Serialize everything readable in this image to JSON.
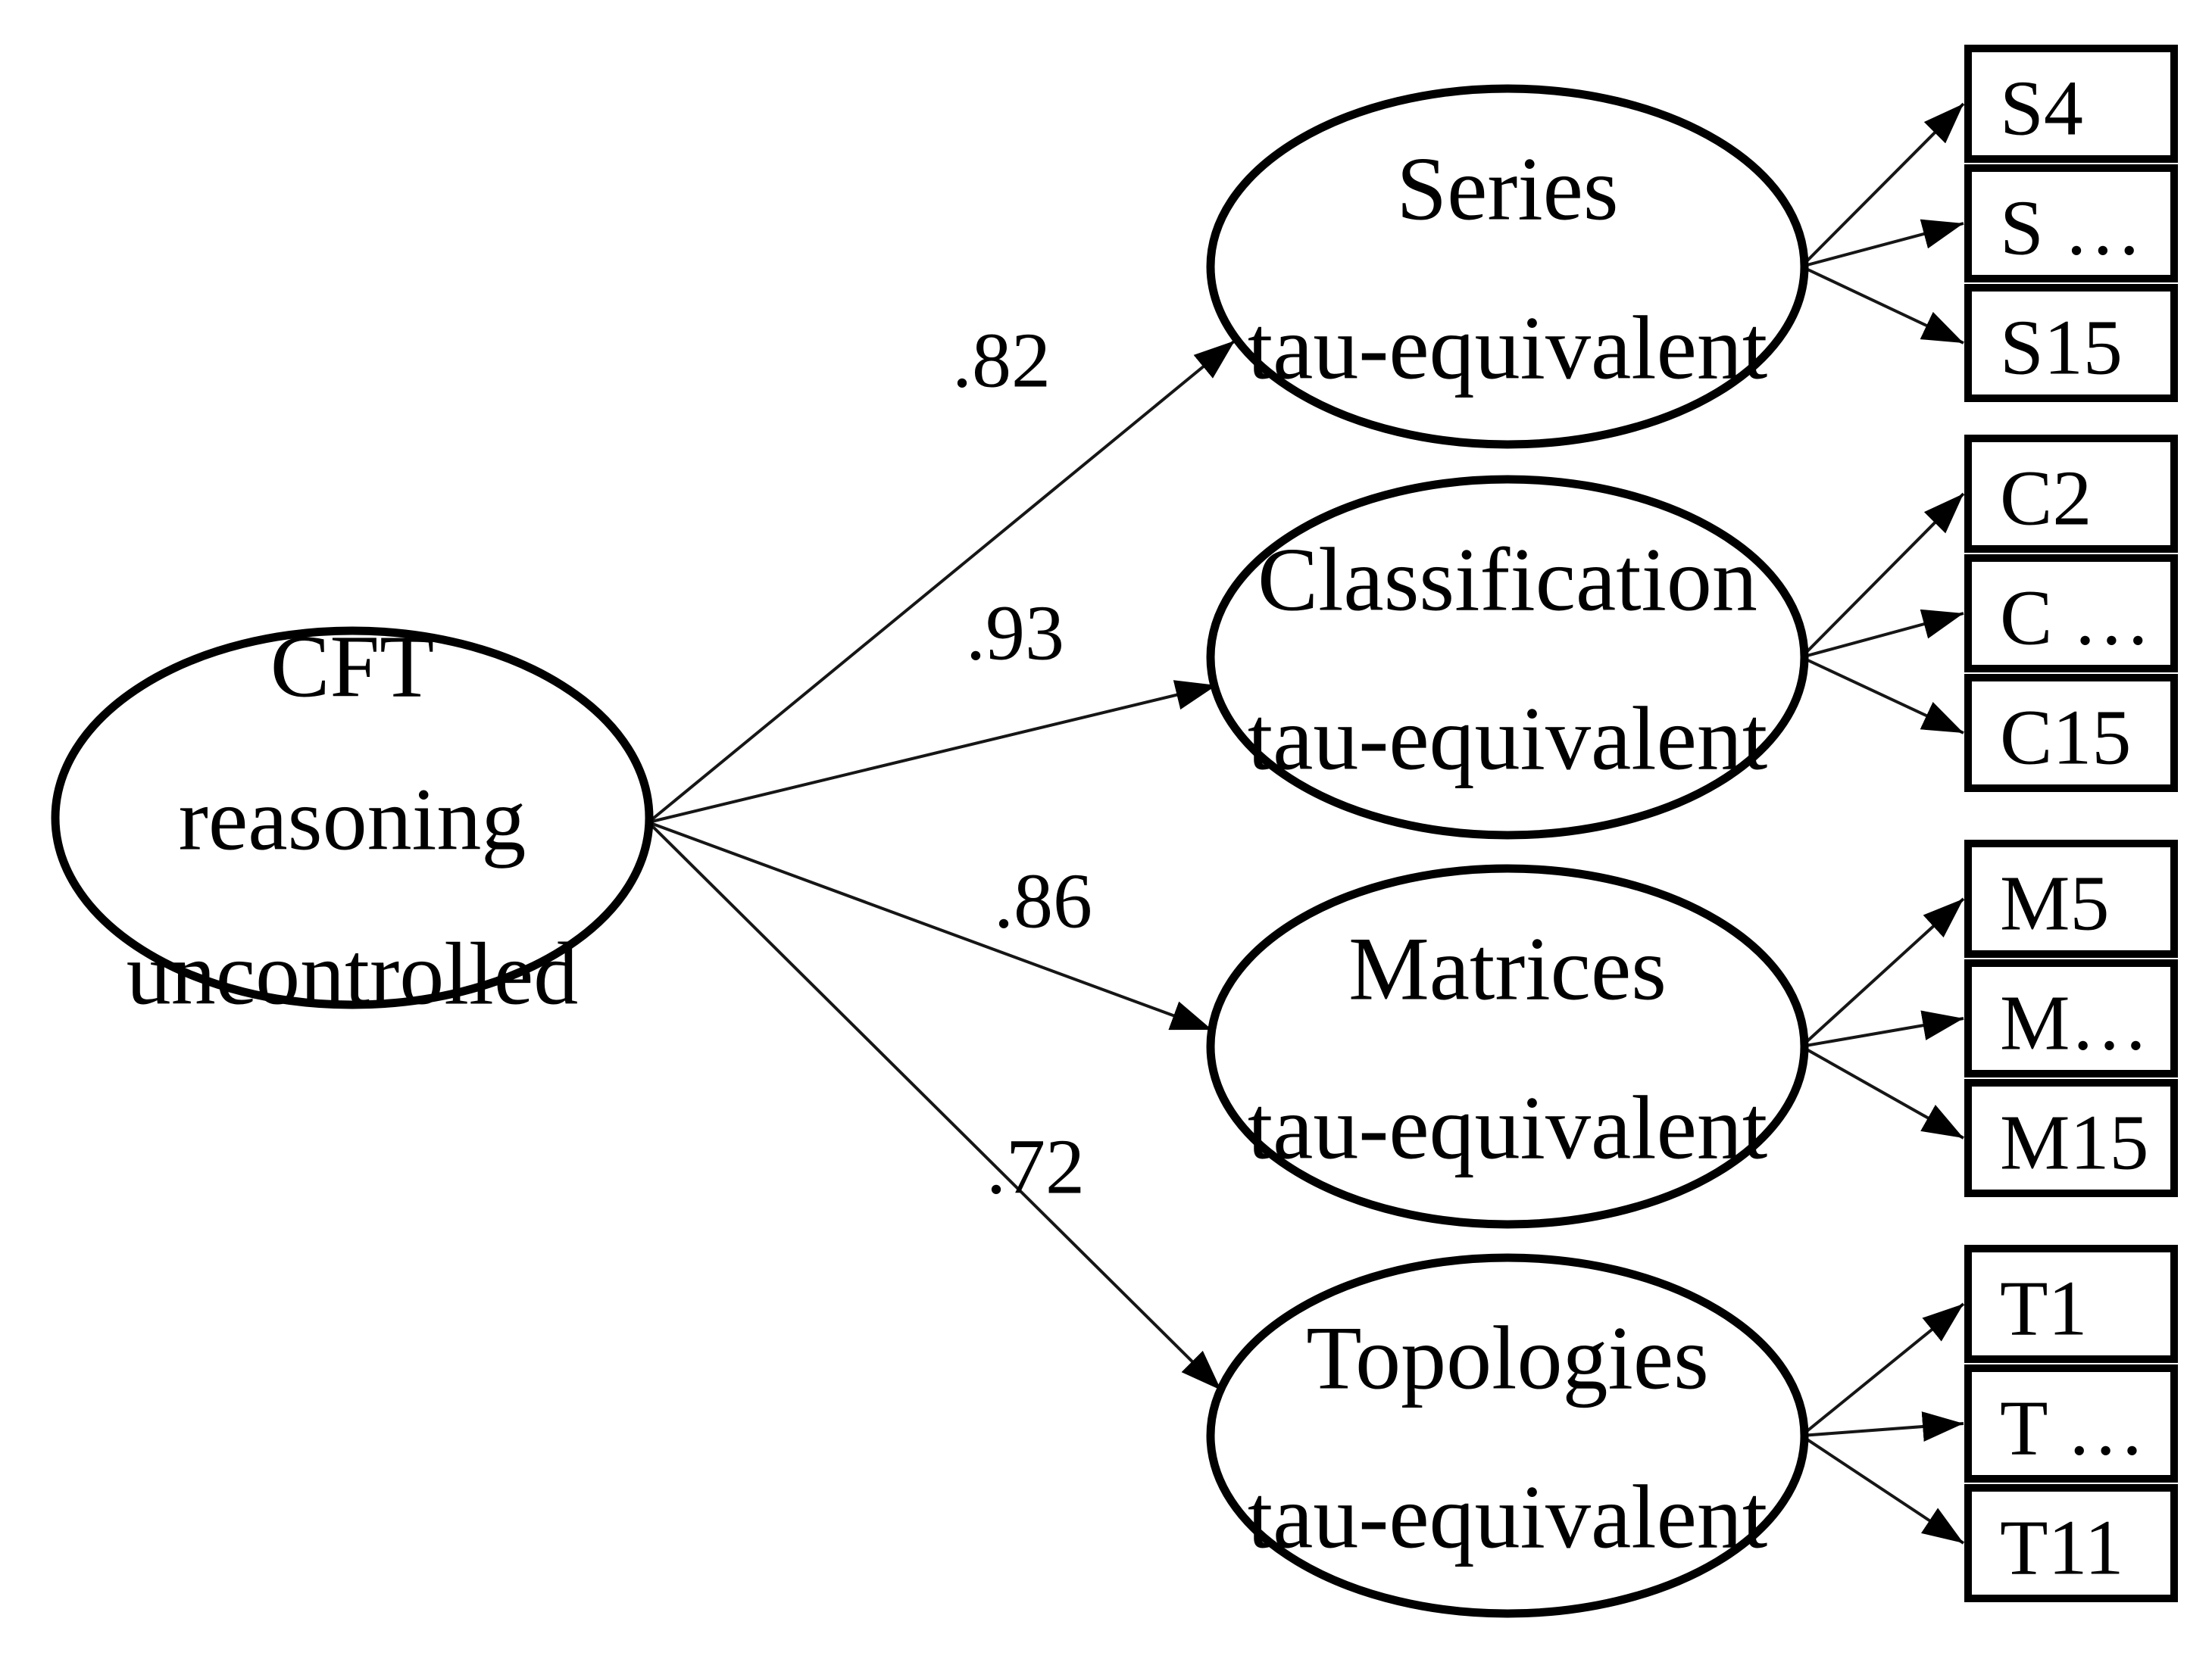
{
  "figure": {
    "type": "confirmatory-factor-analysis-path-diagram",
    "background_color": "#ffffff",
    "stroke_color": "#000000",
    "factor": {
      "lines": [
        "CFT",
        "reasoning",
        "uncontrolled"
      ]
    },
    "groups": [
      {
        "name": "Series",
        "label_lines": [
          "Series",
          "tau-equivalent"
        ],
        "loading": ".82",
        "indicators": [
          "S4",
          "S …",
          "S15"
        ]
      },
      {
        "name": "Classification",
        "label_lines": [
          "Classification",
          "tau-equivalent"
        ],
        "loading": ".93",
        "indicators": [
          "C2",
          "C …",
          "C15"
        ]
      },
      {
        "name": "Matrices",
        "label_lines": [
          "Matrices",
          "tau-equivalent"
        ],
        "loading": ".86",
        "indicators": [
          "M5",
          "M…",
          "M15"
        ]
      },
      {
        "name": "Topologies",
        "label_lines": [
          "Topologies",
          "tau-equivalent"
        ],
        "loading": ".72",
        "indicators": [
          "T1",
          "T …",
          "T11"
        ]
      }
    ]
  }
}
